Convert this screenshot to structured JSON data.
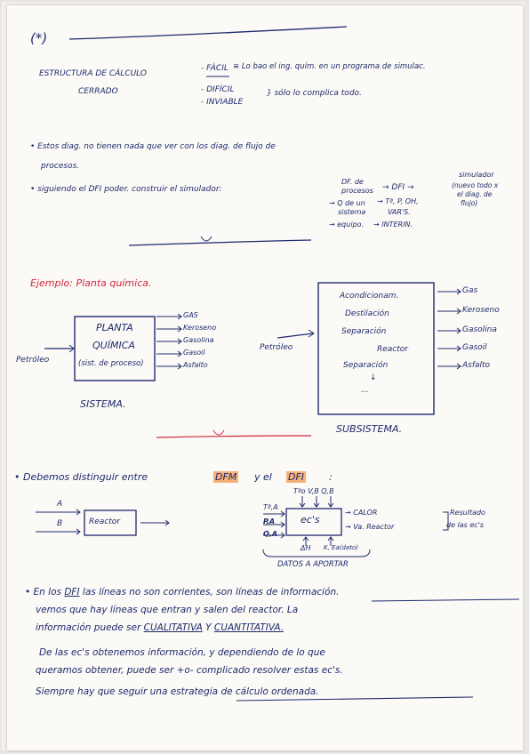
{
  "header": {
    "mark": "(*)"
  },
  "intro": {
    "estructura_line1": "ESTRUCTURA DE CÁLCULO",
    "estructura_line2": "CERRADO",
    "facil": "- FÁCIL",
    "facil_rest": "≡ Lo bao el ing. quím. en un programa de simulac.",
    "dificil": "- DIFÍCIL",
    "inviable": "- INVIABLE",
    "brace_text": "} sólo lo complica todo."
  },
  "bullets": {
    "b1_line1": "• Estos diag. no tienen nada que ver con los diag. de flujo de",
    "b1_line2": "procesos.",
    "b2": "• siguiendo el DFI poder. construir el simulador:",
    "ref_line1": "DF. de",
    "ref_line2": "procesos",
    "dfi": "→ DFI →",
    "simulador": "simulador",
    "sim_note1": "(nuevo todo x",
    "sim_note2": "el diag. de",
    "sim_note3": "flujo)",
    "q1": "→ Q de un",
    "q1b": "sistema",
    "q2": "→ Tª, P, OH,",
    "q2b": "VAR'S.",
    "q3": "→ equipo.",
    "q4": "→ INTERIN."
  },
  "example": {
    "title": "Ejemplo: Planta química.",
    "planta_line1": "PLANTA",
    "planta_line2": "QUÍMICA",
    "planta_line3": "(sist. de proceso)",
    "input_left": "Petróleo",
    "outputs": [
      "GAS",
      "Keroseno",
      "Gasolina",
      "Gasoil",
      "Asfalto"
    ],
    "sistema_label": "SISTEMA.",
    "input_right": "Petróleo",
    "sub_items": [
      "Acondicionam.",
      "Destilación",
      "Separación",
      "Reactor",
      "Separación",
      "↓",
      "..."
    ],
    "sub_outputs": [
      "Gas",
      "Keroseno",
      "Gasolina",
      "Gasoil",
      "Asfalto"
    ],
    "subsistema_label": "SUBSISTEMA."
  },
  "dfm": {
    "intro": "• Debemos distinguir entre",
    "dfm": "DFM",
    "y_el": "y el",
    "dfi": "DFI",
    "colon": ":",
    "A": "A",
    "B": "B",
    "reactor": "Reactor",
    "ecs": "ec's",
    "top_vars": "Tªo  V,B  Q,B",
    "left_vars": "Tª,A",
    "pa": "P,A",
    "qa": "Q,A",
    "sh": "ΔH",
    "ki": "K, Ea(dato)",
    "calor": "→ CALOR",
    "va": "→ Va. Reactor",
    "resultado1": "Resultado",
    "resultado2": "de las ec's",
    "datos": "DATOS A APORTAR"
  },
  "closing": {
    "l1a": "• En los",
    "l1b": "DFI",
    "l1c": "las líneas no son corrientes, son",
    "l1d": "líneas de información.",
    "l2": "vemos que hay líneas que entran y salen del reactor. La",
    "l3a": "información puede ser",
    "l3b": "CUALITATIVA",
    "l3c": "Y",
    "l3d": "CUANTITATIVA.",
    "l4": "De las ec's obtenemos información, y dependiendo de lo que",
    "l5": "queramos obtener, puede ser +o- complicado resolver estas ec's.",
    "l6a": "Siempre hay que seguir una",
    "l6b": "estrategia de cálculo ordenada."
  }
}
